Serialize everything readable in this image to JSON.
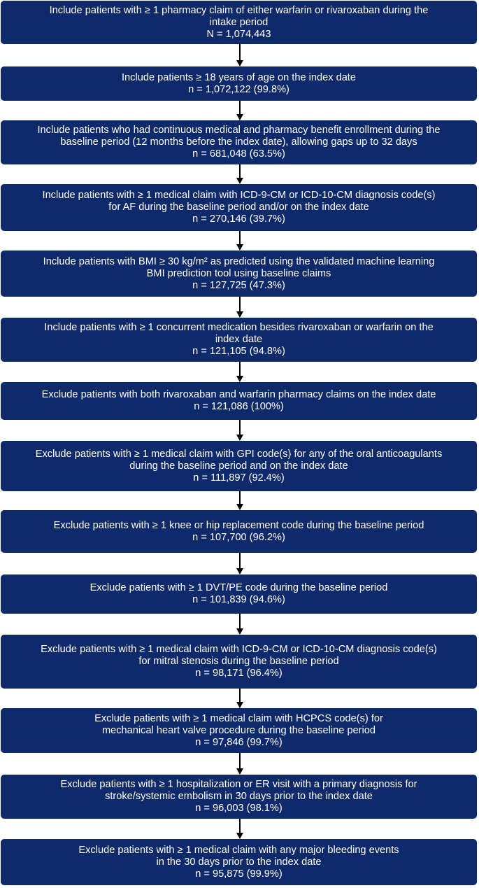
{
  "colors": {
    "box_fill": "#0f2a6b",
    "box_text": "#ffffff",
    "arrow": "#000000"
  },
  "steps": [
    {
      "lines": [
        "Include patients with ≥ 1 pharmacy claim of either warfarin or rivaroxaban during the",
        "intake period"
      ],
      "count": "N = 1,074,443"
    },
    {
      "lines": [
        "Include patients ≥ 18 years of age on the index date"
      ],
      "count": "n = 1,072,122 (99.8%)"
    },
    {
      "lines": [
        "Include patients who had continuous medical and pharmacy benefit enrollment during the",
        "baseline period (12 months before the index date), allowing gaps up to 32 days"
      ],
      "count": "n = 681,048 (63.5%)"
    },
    {
      "lines": [
        "Include patients with ≥ 1 medical claim with ICD-9-CM or ICD-10-CM diagnosis code(s)",
        "for AF during the baseline period and/or on the index date"
      ],
      "count": "n = 270,146 (39.7%)"
    },
    {
      "lines": [
        "Include patients with BMI ≥ 30 kg/m² as predicted using the validated machine learning",
        "BMI prediction tool using baseline claims"
      ],
      "count": "n = 127,725 (47.3%)"
    },
    {
      "lines": [
        "Include patients with ≥ 1 concurrent medication besides rivaroxaban or warfarin on the",
        "index date"
      ],
      "count": "n = 121,105 (94.8%)"
    },
    {
      "lines": [
        "Exclude patients with both rivaroxaban and warfarin pharmacy claims on the index date"
      ],
      "count": "n = 121,086 (100%)"
    },
    {
      "lines": [
        "Exclude patients with ≥ 1 medical claim with GPI code(s) for any of the oral anticoagulants",
        "during the baseline period and on the index date"
      ],
      "count": "n = 111,897 (92.4%)"
    },
    {
      "lines": [
        "Exclude patients with ≥ 1 knee or hip replacement code during the baseline period"
      ],
      "count": "n = 107,700 (96.2%)"
    },
    {
      "lines": [
        "Exclude patients with ≥ 1 DVT/PE code during the baseline period"
      ],
      "count": "n = 101,839 (94.6%)"
    },
    {
      "lines": [
        "Exclude patients with ≥ 1 medical claim with ICD-9-CM or ICD-10-CM diagnosis code(s)",
        "for mitral stenosis during the baseline period"
      ],
      "count": "n = 98,171 (96.4%)"
    },
    {
      "lines": [
        "Exclude patients with ≥ 1 medical claim with HCPCS code(s) for",
        "mechanical heart valve procedure during the baseline period"
      ],
      "count": "n = 97,846 (99.7%)"
    },
    {
      "lines": [
        "Exclude patients with ≥ 1 hospitalization or ER visit with a primary diagnosis for",
        "stroke/systemic embolism in 30 days prior to the index date"
      ],
      "count": "n = 96,003 (98.1%)"
    },
    {
      "lines": [
        "Exclude patients with ≥ 1 medical claim with any major bleeding events",
        "in the 30 days prior to the index date"
      ],
      "count": "n = 95,875 (99.9%)"
    }
  ]
}
